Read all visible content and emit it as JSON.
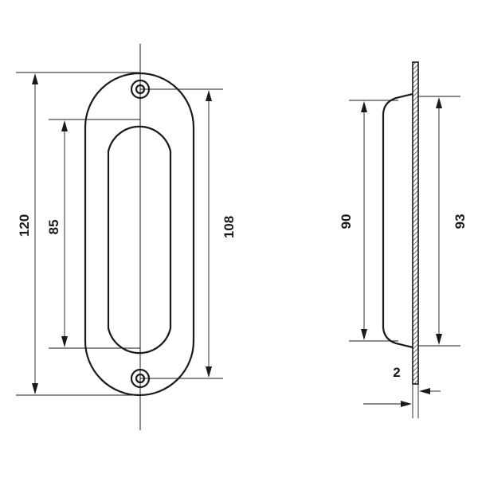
{
  "drawing": {
    "front_view": {
      "overall_height": "120",
      "recess_height": "85",
      "hole_spacing": "108"
    },
    "side_view": {
      "recess_depth_height": "90",
      "plate_height": "93",
      "plate_thickness": "2"
    }
  },
  "colors": {
    "line": "#1a1a1a",
    "background": "#ffffff"
  }
}
